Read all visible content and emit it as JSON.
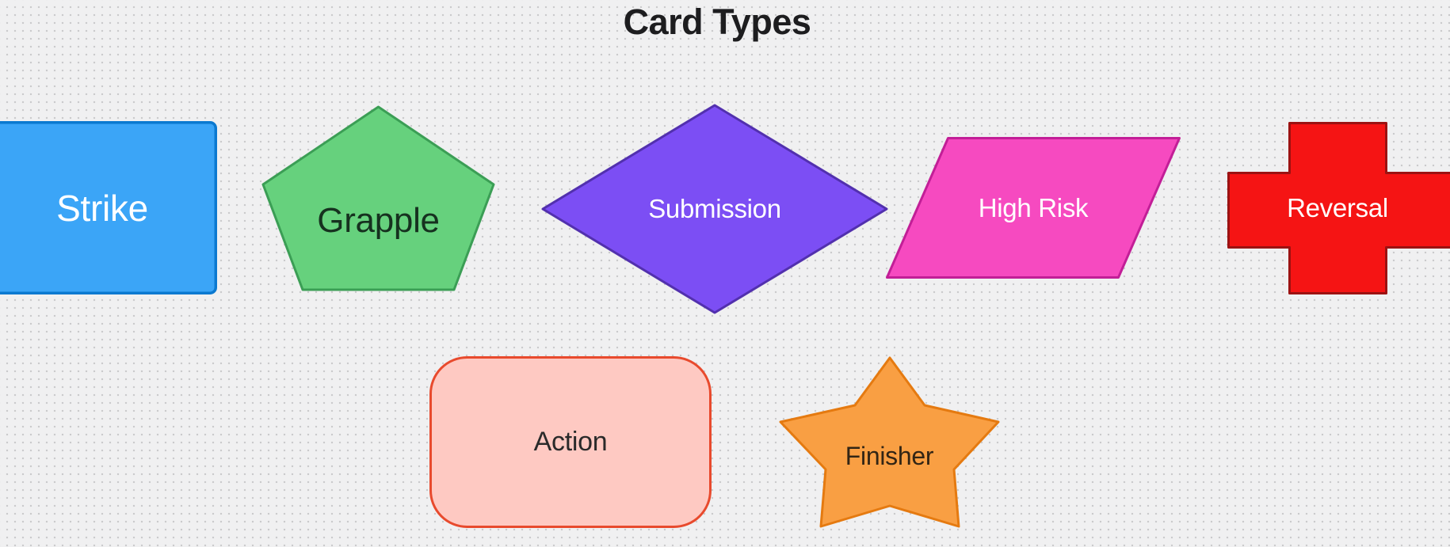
{
  "canvas": {
    "title": "Card Types",
    "title_color": "#1d1d1f",
    "background_color": "#f0f0f1",
    "grid_dot_color": "#c9c9cb"
  },
  "shapes": {
    "strike": {
      "label": "Strike",
      "shape": "rectangle",
      "fill": "#3ba5f7",
      "stroke": "#0b79d0",
      "label_color": "#ffffff"
    },
    "grapple": {
      "label": "Grapple",
      "shape": "pentagon",
      "fill": "#66d17d",
      "stroke": "#3b9e55",
      "label_color": "#16311f"
    },
    "submission": {
      "label": "Submission",
      "shape": "diamond",
      "fill": "#7c4ef4",
      "stroke": "#5230ae",
      "label_color": "#ffffff"
    },
    "high_risk": {
      "label": "High Risk",
      "shape": "parallelogram",
      "fill": "#f64ac0",
      "stroke": "#c21e97",
      "label_color": "#ffffff"
    },
    "reversal": {
      "label": "Reversal",
      "shape": "cross",
      "fill": "#f51414",
      "stroke": "#9c1212",
      "label_color": "#ffffff"
    },
    "action": {
      "label": "Action",
      "shape": "rounded-rectangle",
      "fill": "#fec9c2",
      "stroke": "#e84a2d",
      "label_color": "#2a2a2a"
    },
    "finisher": {
      "label": "Finisher",
      "shape": "star",
      "fill": "#f99f43",
      "stroke": "#e57a10",
      "label_color": "#322515"
    }
  }
}
